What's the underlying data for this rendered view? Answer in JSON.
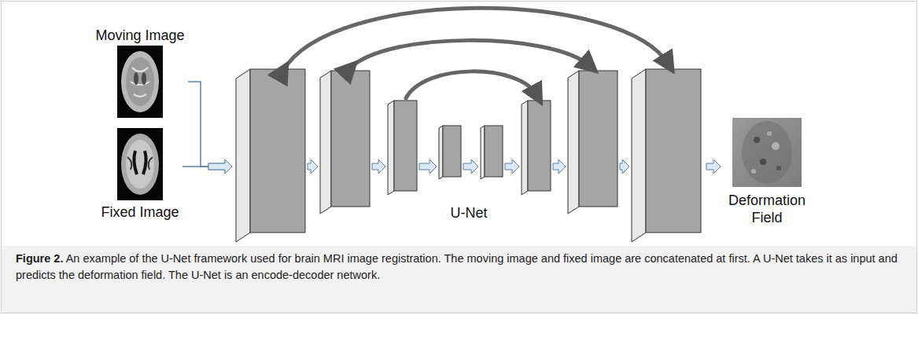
{
  "diagram": {
    "caption": "Figure 2. An example of the U-Net framework used for brain MRI image registration. The moving image and fixed image are concatenated at first. A U-Net takes it as input and predicts the deformation field. The U-Net is an encode-decoder network.",
    "nodes": [
      {
        "text": [
          "Moving Image"
        ]
      },
      {
        "text": [
          "Fixed Image"
        ]
      },
      {
        "text": [
          "U-Net"
        ]
      },
      {
        "text": [
          "Deformation Field"
        ]
      }
    ],
    "edges": [
      {
        "from": 0,
        "to": 2,
        "arrow": "to"
      },
      {
        "from": 1,
        "to": 2,
        "arrow": "to"
      },
      {
        "from": 2,
        "to": 3,
        "arrow": "to"
      }
    ]
  }
}
